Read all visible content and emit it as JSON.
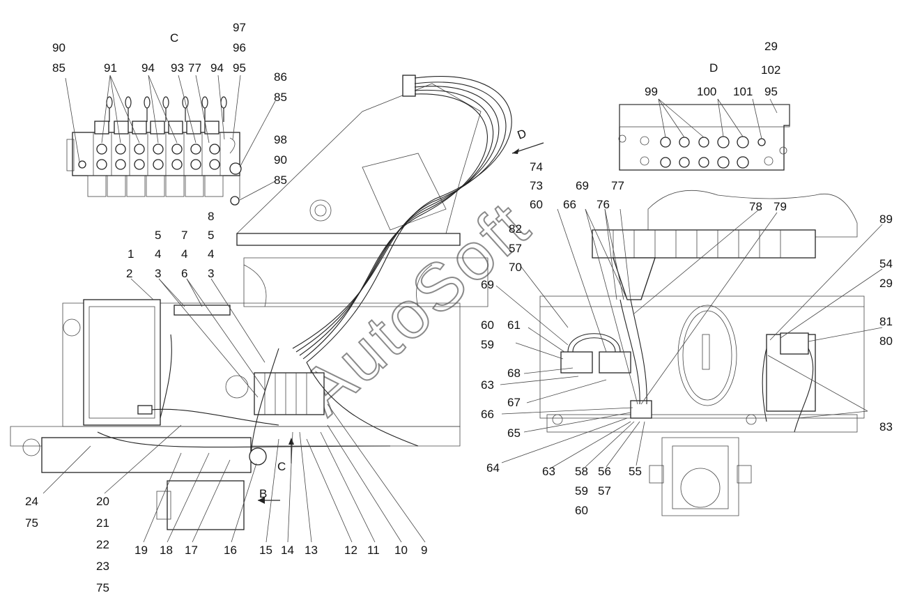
{
  "view_labels": {
    "c": "C",
    "d": "D",
    "b_arrow": "B",
    "c_arrow": "C",
    "d_arrow": "D"
  },
  "watermark": "AutoSoft",
  "callouts": {
    "c_90": "90",
    "c_85": "85",
    "c_91": "91",
    "c_94a": "94",
    "c_93": "93",
    "c_77": "77",
    "c_94b": "94",
    "c_97": "97",
    "c_96": "96",
    "c_95": "95",
    "c_86": "86",
    "c_85b": "85",
    "c_98": "98",
    "c_90b": "90",
    "c_85c": "85",
    "d_29": "29",
    "d_102": "102",
    "d_99": "99",
    "d_100": "100",
    "d_101": "101",
    "d_95": "95",
    "l_8": "8",
    "l_5a": "5",
    "l_7": "7",
    "l_5b": "5",
    "l_1": "1",
    "l_4a": "4",
    "l_4b": "4",
    "l_4c": "4",
    "l_2": "2",
    "l_3a": "3",
    "l_6": "6",
    "l_3b": "3",
    "l_24": "24",
    "l_75a": "75",
    "l_20": "20",
    "l_21": "21",
    "l_22": "22",
    "l_23": "23",
    "l_75b": "75",
    "l_19": "19",
    "l_18": "18",
    "l_17": "17",
    "l_16": "16",
    "l_15": "15",
    "l_14": "14",
    "l_13": "13",
    "l_12": "12",
    "l_11": "11",
    "l_10": "10",
    "l_9": "9",
    "r_74": "74",
    "r_73": "73",
    "r_60a": "60",
    "r_66a": "66",
    "r_69a": "69",
    "r_76": "76",
    "r_77": "77",
    "r_78": "78",
    "r_79": "79",
    "r_82": "82",
    "r_57a": "57",
    "r_70": "70",
    "r_69b": "69",
    "r_60b": "60",
    "r_61": "61",
    "r_59a": "59",
    "r_68": "68",
    "r_63a": "63",
    "r_67": "67",
    "r_66b": "66",
    "r_65": "65",
    "r_64": "64",
    "r_63b": "63",
    "r_58": "58",
    "r_56": "56",
    "r_55": "55",
    "r_59b": "59",
    "r_57b": "57",
    "r_60c": "60",
    "r_89": "89",
    "r_54": "54",
    "r_29": "29",
    "r_81": "81",
    "r_80": "80",
    "r_83": "83"
  }
}
